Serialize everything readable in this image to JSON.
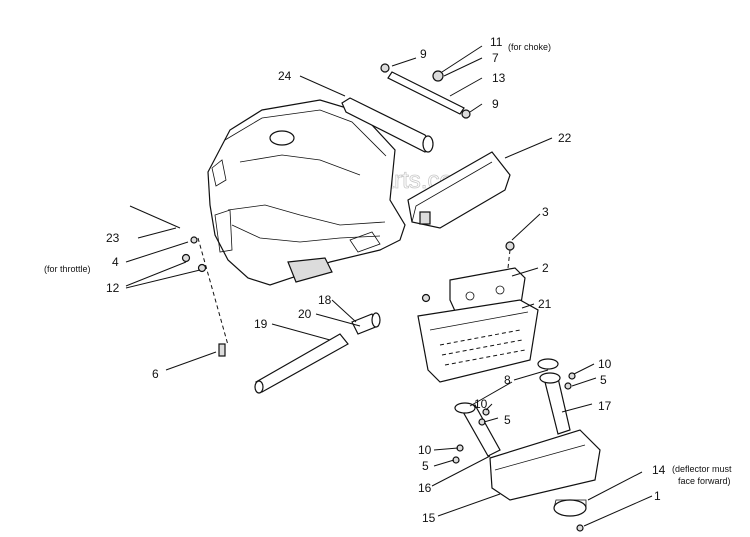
{
  "watermark": "eReplacementParts.com",
  "callouts": [
    {
      "id": "c11",
      "number": "11",
      "note": "(for choke)"
    },
    {
      "id": "c9a",
      "number": "9",
      "note": ""
    },
    {
      "id": "c7",
      "number": "7",
      "note": ""
    },
    {
      "id": "c13",
      "number": "13",
      "note": ""
    },
    {
      "id": "c9b",
      "number": "9",
      "note": ""
    },
    {
      "id": "c24",
      "number": "24",
      "note": ""
    },
    {
      "id": "c22",
      "number": "22",
      "note": ""
    },
    {
      "id": "c3",
      "number": "3",
      "note": ""
    },
    {
      "id": "c23",
      "number": "23",
      "note": ""
    },
    {
      "id": "c4",
      "number": "4",
      "note": ""
    },
    {
      "id": "cthrottle",
      "number": "",
      "note": "(for throttle)"
    },
    {
      "id": "c12",
      "number": "12",
      "note": ""
    },
    {
      "id": "c2",
      "number": "2",
      "note": ""
    },
    {
      "id": "c21",
      "number": "21",
      "note": ""
    },
    {
      "id": "c18",
      "number": "18",
      "note": ""
    },
    {
      "id": "c20",
      "number": "20",
      "note": ""
    },
    {
      "id": "c19",
      "number": "19",
      "note": ""
    },
    {
      "id": "c6",
      "number": "6",
      "note": ""
    },
    {
      "id": "c10a",
      "number": "10",
      "note": ""
    },
    {
      "id": "c5a",
      "number": "5",
      "note": ""
    },
    {
      "id": "c8",
      "number": "8",
      "note": ""
    },
    {
      "id": "c10b",
      "number": "10",
      "note": ""
    },
    {
      "id": "c5b",
      "number": "5",
      "note": ""
    },
    {
      "id": "c17",
      "number": "17",
      "note": ""
    },
    {
      "id": "c10c",
      "number": "10",
      "note": ""
    },
    {
      "id": "c5c",
      "number": "5",
      "note": ""
    },
    {
      "id": "c16",
      "number": "16",
      "note": ""
    },
    {
      "id": "c14",
      "number": "14",
      "note": "(deflector must face forward)"
    },
    {
      "id": "c15",
      "number": "15",
      "note": ""
    },
    {
      "id": "c1",
      "number": "1",
      "note": ""
    }
  ],
  "notes": {
    "choke": "(for choke)",
    "throttle": "(for throttle)",
    "deflector_line1": "(deflector must",
    "deflector_line2": "face forward)"
  }
}
